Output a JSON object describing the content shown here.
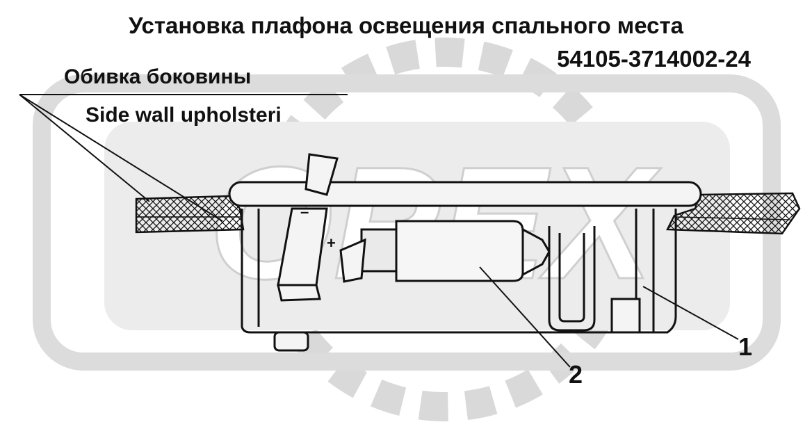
{
  "diagram": {
    "title": "Установка плафона освещения спального места",
    "part_number": "54105-3714002-24",
    "upholstery_label_ru": "Обивка  боковины",
    "upholstery_label_en": "Side  wall  upholsteri",
    "callouts": [
      "1",
      "2"
    ],
    "polarity": {
      "minus": "–",
      "plus": "+"
    },
    "watermark_text": "ОРЕХ"
  }
}
